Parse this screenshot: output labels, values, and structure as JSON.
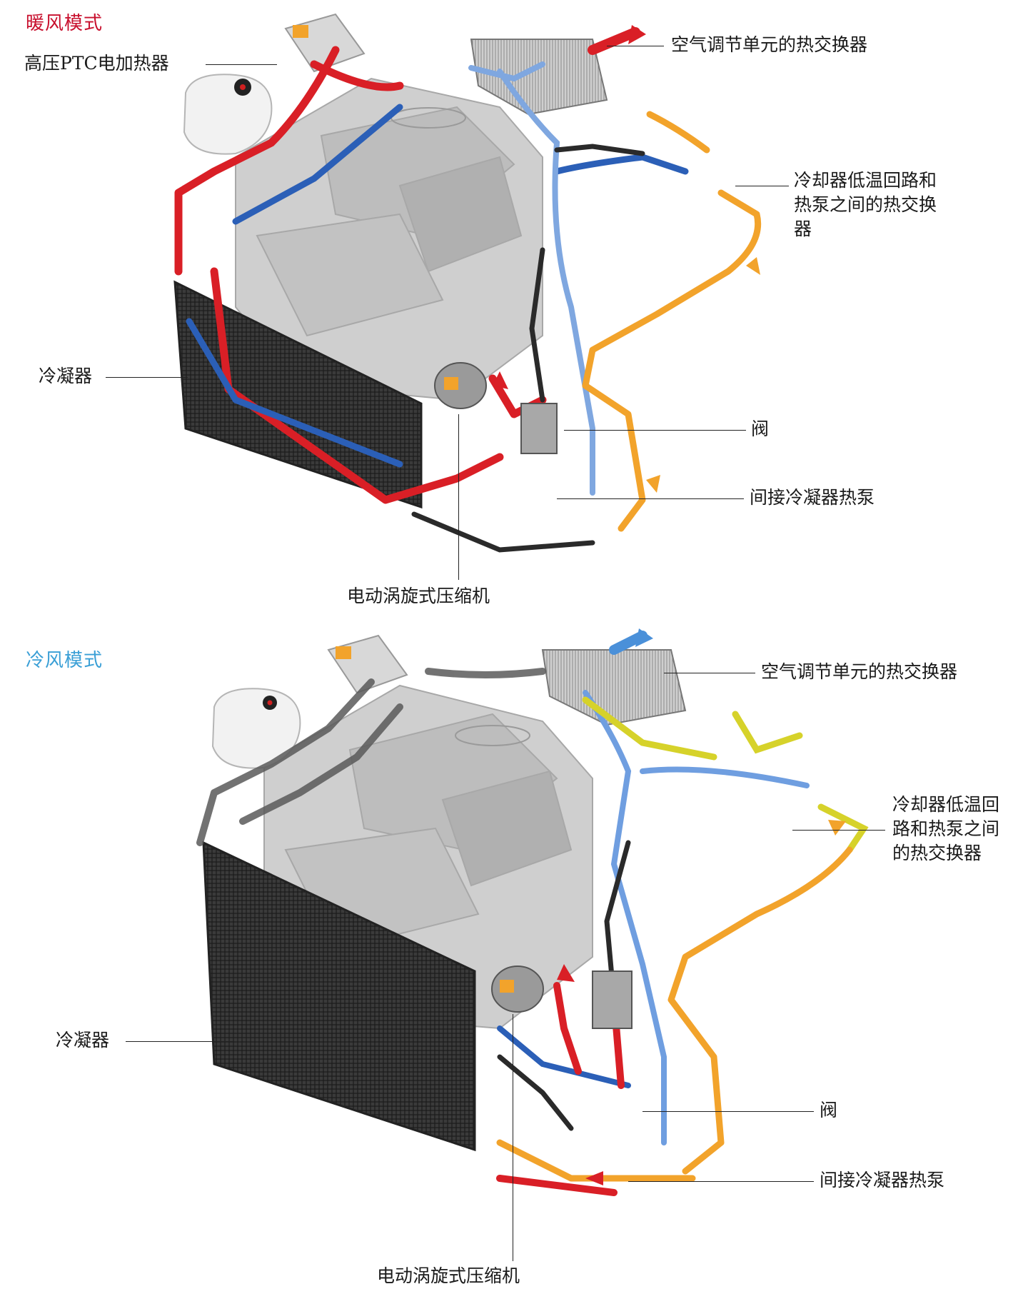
{
  "colors": {
    "heating_title": "#c8102e",
    "cooling_title": "#3a9fd6",
    "hot_line": "#d91f26",
    "cold_line": "#2b5fb7",
    "warm_low_line": "#f2a32b",
    "cool_low_line": "#d6d22a",
    "engine_gray": "#b9b9b9"
  },
  "panels": [
    {
      "title": "暖风模式",
      "labels": {
        "ptc_heater": "高压PTC电加热器",
        "hvac_exchanger": "空气调节单元的热交换器",
        "chiller_exchanger": "冷却器低温回路和热泵之间的热交换器",
        "condenser": "冷凝器",
        "valve": "阀",
        "indirect_condenser": "间接冷凝器热泵",
        "compressor": "电动涡旋式压缩机"
      }
    },
    {
      "title": "冷风模式",
      "labels": {
        "hvac_exchanger": "空气调节单元的热交换器",
        "chiller_exchanger": "冷却器低温回路和热泵之间的热交换器",
        "condenser": "冷凝器",
        "valve": "阀",
        "indirect_condenser": "间接冷凝器热泵",
        "compressor": "电动涡旋式压缩机"
      }
    }
  ]
}
